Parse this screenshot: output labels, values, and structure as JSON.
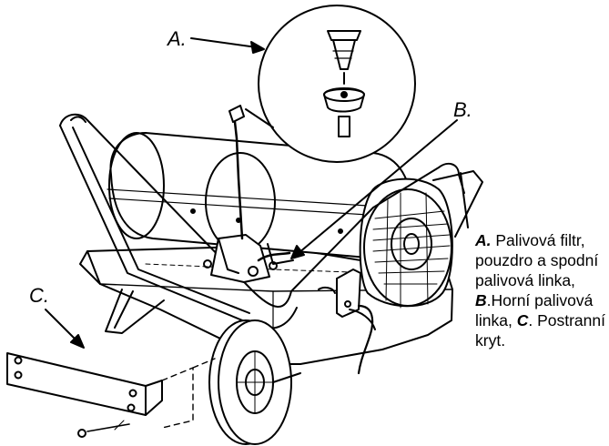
{
  "callouts": {
    "a": "A.",
    "b": "B.",
    "c": "C."
  },
  "legend": {
    "a_key": "A.",
    "a_text": " Palivová filtr, pouzdro a spodní palivová linka, ",
    "b_key": "B",
    "b_text": ".Horní palivová linka, ",
    "c_key": "C",
    "c_text": ". Postranní kryt."
  }
}
